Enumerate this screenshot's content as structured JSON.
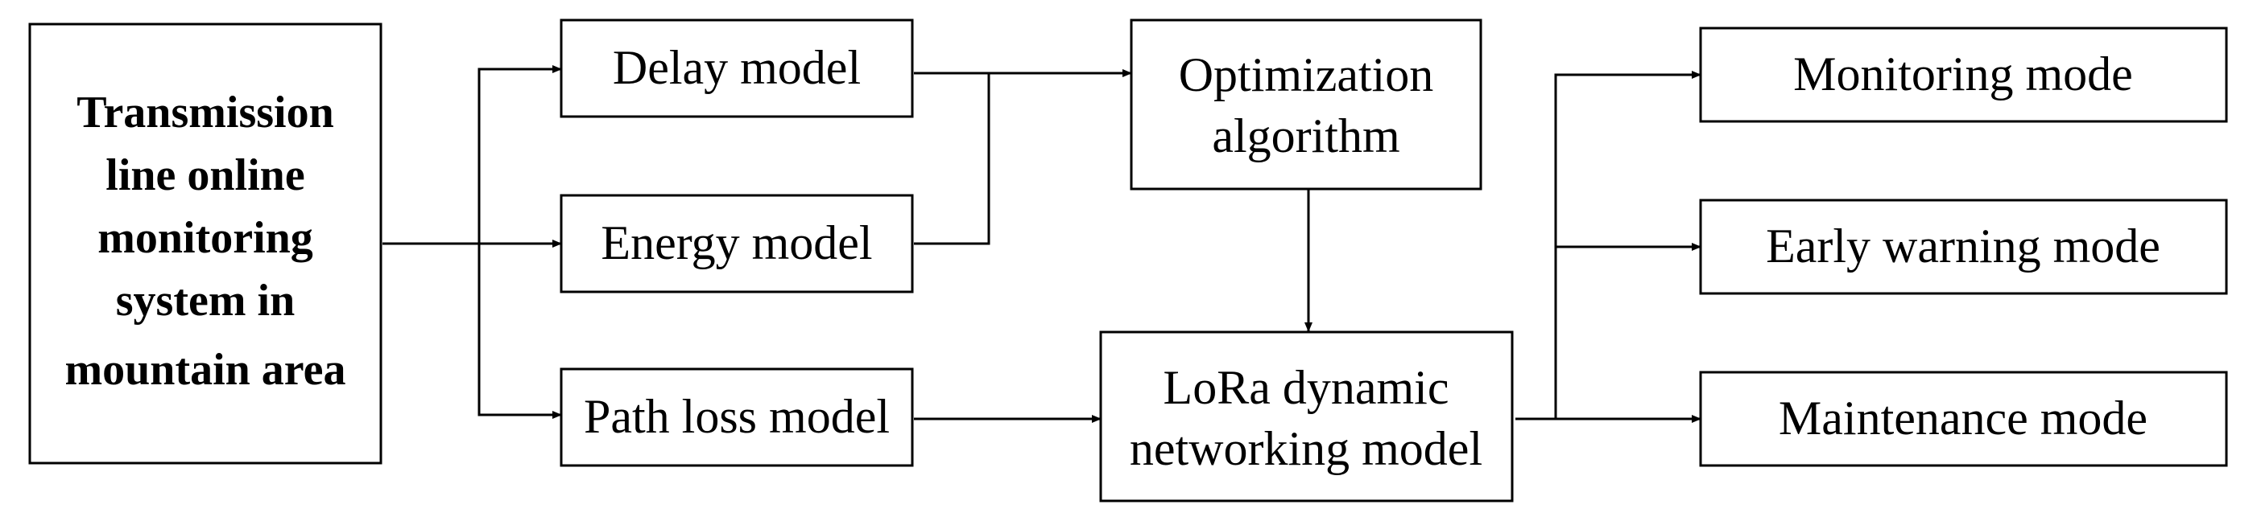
{
  "diagram": {
    "nodes": {
      "source": {
        "lines": [
          "Transmission",
          "line online",
          "monitoring",
          "system in",
          "mountain area"
        ]
      },
      "delay": {
        "lines": [
          "Delay model"
        ]
      },
      "energy": {
        "lines": [
          "Energy model"
        ]
      },
      "pathloss": {
        "lines": [
          "Path loss model"
        ]
      },
      "optimization": {
        "lines": [
          "Optimization",
          "algorithm"
        ]
      },
      "lora": {
        "lines": [
          "LoRa dynamic",
          "networking model"
        ]
      },
      "monitoring": {
        "lines": [
          "Monitoring mode"
        ]
      },
      "warning": {
        "lines": [
          "Early warning mode"
        ]
      },
      "maintenance": {
        "lines": [
          "Maintenance mode"
        ]
      }
    },
    "edges": [
      {
        "from": "source",
        "to": "delay"
      },
      {
        "from": "source",
        "to": "energy"
      },
      {
        "from": "source",
        "to": "pathloss"
      },
      {
        "from": "delay",
        "to": "optimization"
      },
      {
        "from": "energy",
        "to": "optimization"
      },
      {
        "from": "optimization",
        "to": "lora"
      },
      {
        "from": "pathloss",
        "to": "lora"
      },
      {
        "from": "lora",
        "to": "monitoring"
      },
      {
        "from": "lora",
        "to": "warning"
      },
      {
        "from": "lora",
        "to": "maintenance"
      }
    ]
  }
}
